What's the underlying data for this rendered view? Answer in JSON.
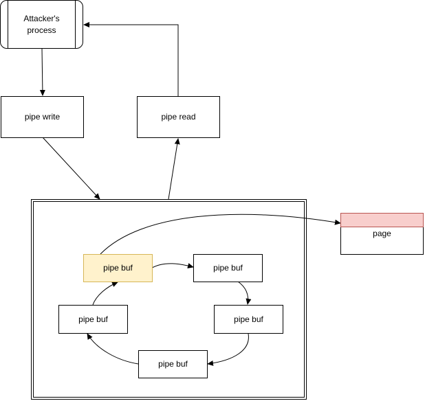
{
  "diagram": {
    "attacker_process": "Attacker's process",
    "pipe_write": "pipe write",
    "pipe_read": "pipe read",
    "page": "page",
    "buffers": [
      "pipe buf",
      "pipe buf",
      "pipe buf",
      "pipe buf",
      "pipe buf"
    ]
  },
  "colors": {
    "highlight_fill": "#fff2cc",
    "highlight_border": "#d6b656",
    "page_header_fill": "#f8cecc",
    "page_header_border": "#b85450"
  }
}
